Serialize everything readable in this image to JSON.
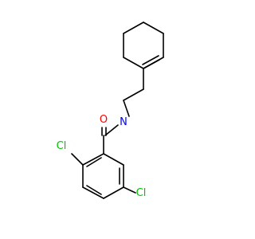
{
  "molecule": {
    "atoms": {
      "oxygen": {
        "symbol": "O",
        "color": "#ff0000"
      },
      "nitrogen": {
        "symbol": "N",
        "color": "#0000ff"
      },
      "chlorine_ortho": {
        "symbol": "Cl",
        "color": "#00c000"
      },
      "chlorine_meta": {
        "symbol": "Cl",
        "color": "#00c000"
      }
    },
    "bond_color": "#000000",
    "background": "#ffffff"
  }
}
